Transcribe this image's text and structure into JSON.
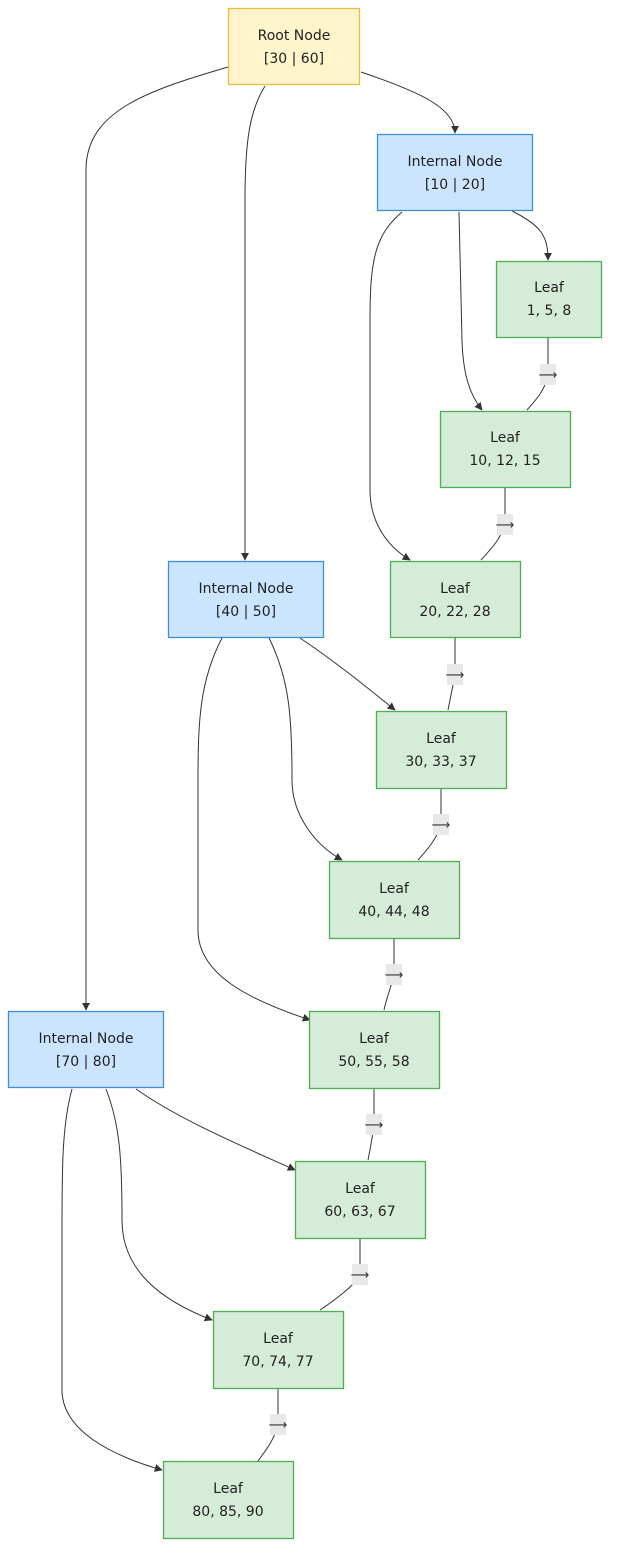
{
  "colors": {
    "root_fill": "#fff4cc",
    "root_stroke": "#e6c03c",
    "internal_fill": "#cce5ff",
    "internal_stroke": "#3d8fd6",
    "leaf_fill": "#d5ecd9",
    "leaf_stroke": "#4caf50",
    "edge": "#333333",
    "link_label_bg": "#e8e8e8"
  },
  "nodes": {
    "root": {
      "title": "Root Node",
      "keys": "[30 | 60]"
    },
    "int1": {
      "title": "Internal Node",
      "keys": "[10 | 20]"
    },
    "int2": {
      "title": "Internal Node",
      "keys": "[40 | 50]"
    },
    "int3": {
      "title": "Internal Node",
      "keys": "[70 | 80]"
    },
    "leaf1": {
      "title": "Leaf",
      "keys": "1, 5, 8"
    },
    "leaf2": {
      "title": "Leaf",
      "keys": "10, 12, 15"
    },
    "leaf3": {
      "title": "Leaf",
      "keys": "20, 22, 28"
    },
    "leaf4": {
      "title": "Leaf",
      "keys": "30, 33, 37"
    },
    "leaf5": {
      "title": "Leaf",
      "keys": "40, 44, 48"
    },
    "leaf6": {
      "title": "Leaf",
      "keys": "50, 55, 58"
    },
    "leaf7": {
      "title": "Leaf",
      "keys": "60, 63, 67"
    },
    "leaf8": {
      "title": "Leaf",
      "keys": "70, 74, 77"
    },
    "leaf9": {
      "title": "Leaf",
      "keys": "80, 85, 90"
    }
  },
  "leaf_link_label": "⟶"
}
